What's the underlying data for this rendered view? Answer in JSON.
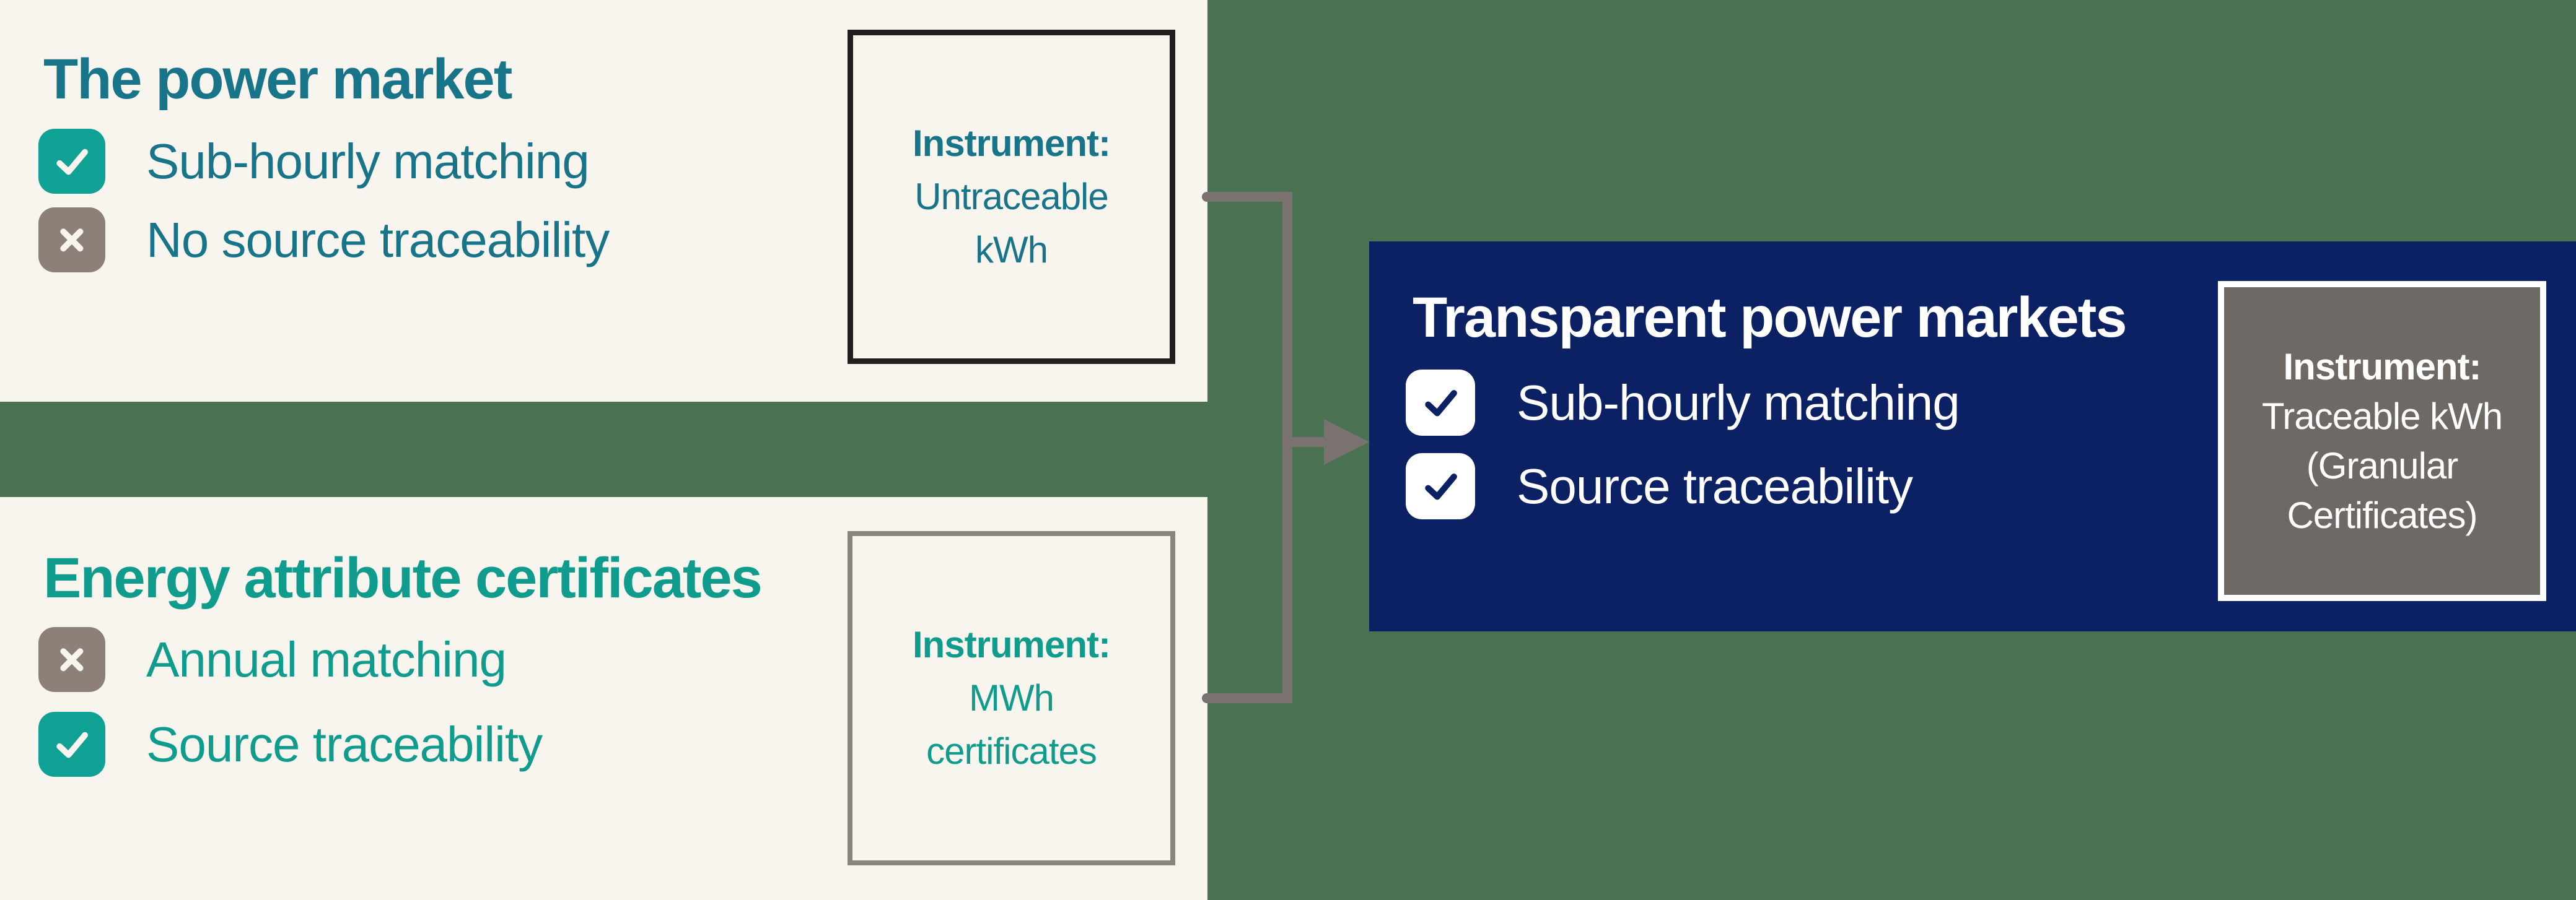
{
  "colors": {
    "background_green": "#4A7150",
    "panel_cream": "#F8F4EE",
    "panel_navy": "#0C2164",
    "text_teal_dark": "#177489",
    "text_teal_bright": "#109C8C",
    "text_white": "#FFFFFF",
    "checkbox_teal": "#0FA294",
    "checkbox_taupe": "#8C8078",
    "checkbox_white": "#FFFFFF",
    "connector_gray": "#797270",
    "instrument_box_border_dark": "#221F1F",
    "instrument_box_border_gray": "#8A837F",
    "instrument_box_gray_fill": "#6F6966"
  },
  "panels": {
    "power_market": {
      "title": "The power market",
      "items": [
        {
          "icon": "check-icon",
          "label": "Sub-hourly matching"
        },
        {
          "icon": "cross-icon",
          "label": "No source traceability"
        }
      ],
      "instrument": {
        "heading": "Instrument:",
        "line1": "Untraceable",
        "line2": "kWh"
      }
    },
    "energy_attribute_certificates": {
      "title": "Energy attribute certificates",
      "items": [
        {
          "icon": "cross-icon",
          "label": "Annual matching"
        },
        {
          "icon": "check-icon",
          "label": "Source traceability"
        }
      ],
      "instrument": {
        "heading": "Instrument:",
        "line1": "MWh",
        "line2": "certificates"
      }
    },
    "transparent_power_markets": {
      "title": "Transparent power markets",
      "items": [
        {
          "icon": "check-icon",
          "label": "Sub-hourly matching"
        },
        {
          "icon": "check-icon",
          "label": "Source traceability"
        }
      ],
      "instrument": {
        "heading": "Instrument:",
        "line1": "Traceable kWh",
        "line2": "(Granular",
        "line3": "Certificates)"
      }
    }
  }
}
